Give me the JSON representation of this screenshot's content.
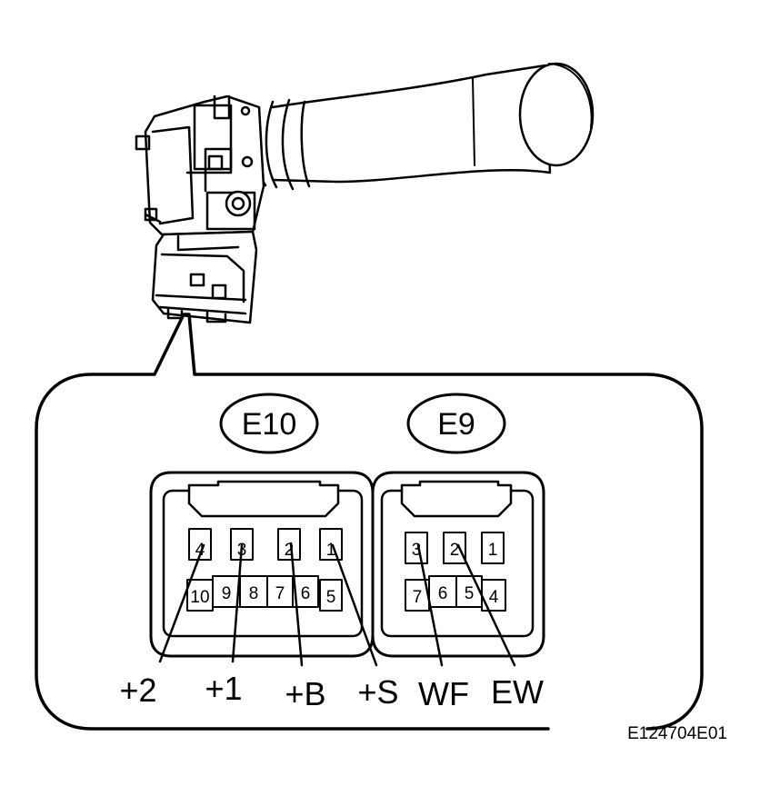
{
  "connectors": [
    {
      "id": "E10",
      "pins": [
        "4",
        "3",
        "2",
        "1",
        "10",
        "9",
        "8",
        "7",
        "6",
        "5"
      ]
    },
    {
      "id": "E9",
      "pins": [
        "3",
        "2",
        "1",
        "7",
        "6",
        "5",
        "4"
      ]
    }
  ],
  "terminals": [
    "+2",
    "+1",
    "+B",
    "+S",
    "WF",
    "EW"
  ],
  "figure_code": "E124704E01"
}
